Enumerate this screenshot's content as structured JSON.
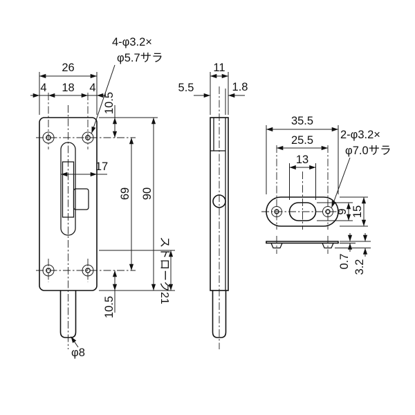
{
  "front_view": {
    "hole_callout_line1": "4-φ3.2×",
    "hole_callout_line2": "φ5.7サラ",
    "width_total": "26",
    "width_left": "4",
    "width_center": "18",
    "width_right": "4",
    "offset_top": "10.5",
    "slider_width": "17",
    "hole_span": "69",
    "height_total": "90",
    "offset_bottom": "10.5",
    "stroke_note": "ストローク21",
    "rod_diameter": "φ8"
  },
  "side_view": {
    "depth_total": "11",
    "depth_front": "5.5",
    "plate_thickness": "1.8"
  },
  "strike_view": {
    "width_total": "35.5",
    "hole_span": "25.5",
    "slot_width": "13",
    "hole_callout_line1": "2-φ3.2×",
    "hole_callout_line2": "φ7.0サラ",
    "slot_height": "9",
    "height_total": "15",
    "plate_thickness": "0.7",
    "countersink_depth": "3.2"
  }
}
